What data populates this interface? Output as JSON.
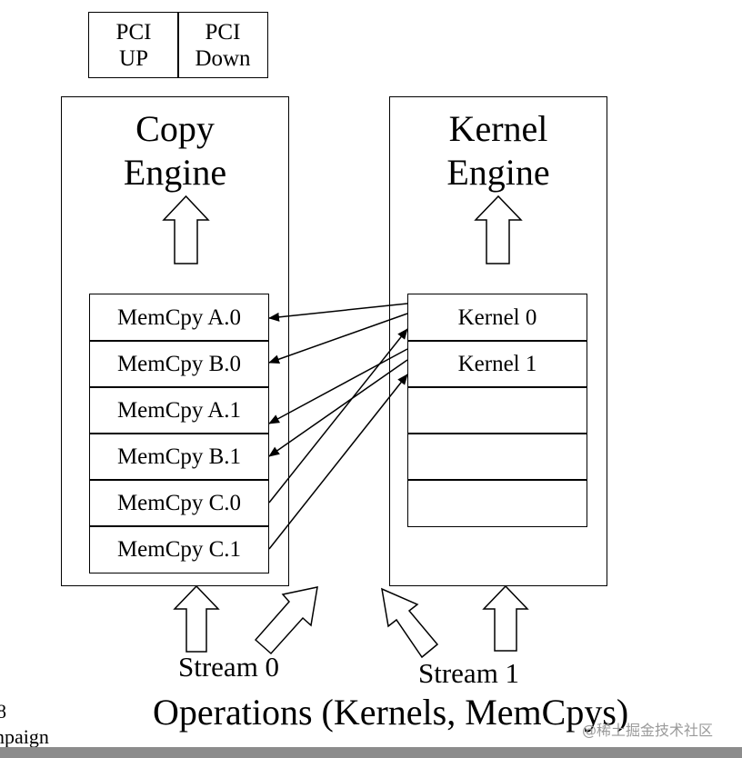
{
  "pci": {
    "up": "PCI\nUP",
    "down": "PCI\nDown"
  },
  "copy_engine": {
    "title": "Copy\nEngine",
    "slots": [
      "MemCpy A.0",
      "MemCpy B.0",
      "MemCpy A.1",
      "MemCpy B.1",
      "MemCpy C.0",
      "MemCpy C.1"
    ]
  },
  "kernel_engine": {
    "title": "Kernel\nEngine",
    "slots": [
      "Kernel 0",
      "Kernel 1",
      "",
      "",
      ""
    ]
  },
  "streams": {
    "stream0": "Stream 0",
    "stream1": "Stream 1"
  },
  "operations_label": "Operations (Kernels, MemCpys)",
  "edge_text": {
    "left_top": "8",
    "left_bottom": "npaign"
  },
  "watermark": "@稀土掘金技术社区",
  "colors": {
    "line": "#000000",
    "background": "#ffffff",
    "footer_bar": "#8c8c8c",
    "watermark": "#9a9a9a"
  }
}
